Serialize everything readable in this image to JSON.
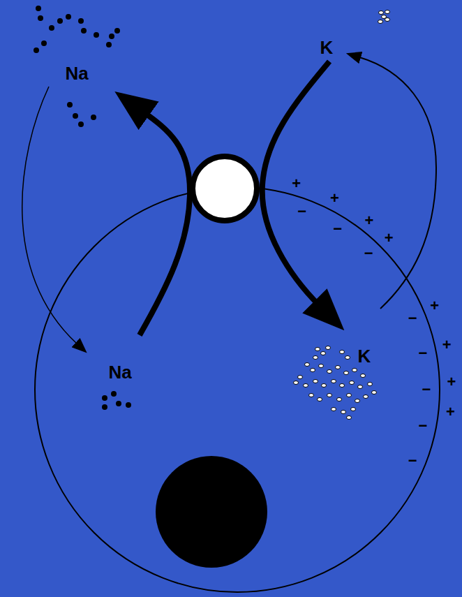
{
  "diagram": {
    "labels": [
      "Na",
      "K",
      "+",
      "+",
      "+",
      "+",
      "+",
      "+",
      "+",
      "+",
      "−",
      "−",
      "−",
      "−",
      "−",
      "−",
      "−",
      "−",
      "Na",
      "K"
    ]
  }
}
